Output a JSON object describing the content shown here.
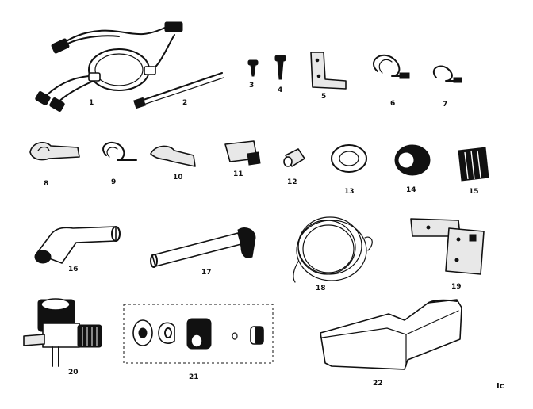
{
  "parts": [
    {
      "label": "1",
      "name": "wire-harness"
    },
    {
      "label": "2",
      "name": "cable-strip"
    },
    {
      "label": "3",
      "name": "screw"
    },
    {
      "label": "4",
      "name": "screw-long"
    },
    {
      "label": "5",
      "name": "angle-bracket"
    },
    {
      "label": "6",
      "name": "clamp"
    },
    {
      "label": "7",
      "name": "clamp-small"
    },
    {
      "label": "8",
      "name": "clip"
    },
    {
      "label": "9",
      "name": "clamp-loop"
    },
    {
      "label": "10",
      "name": "clip-bent"
    },
    {
      "label": "11",
      "name": "bracket-tab"
    },
    {
      "label": "12",
      "name": "nut-sleeve"
    },
    {
      "label": "13",
      "name": "ring-grommet"
    },
    {
      "label": "14",
      "name": "grommet-wide"
    },
    {
      "label": "15",
      "name": "pad-block"
    },
    {
      "label": "16",
      "name": "elbow-fitting"
    },
    {
      "label": "17",
      "name": "fill-tube"
    },
    {
      "label": "18",
      "name": "water-tubing-coil"
    },
    {
      "label": "19",
      "name": "mounting-bracket"
    },
    {
      "label": "20",
      "name": "water-valve"
    },
    {
      "label": "21",
      "name": "fitting-kit"
    },
    {
      "label": "22",
      "name": "ice-bin"
    }
  ],
  "corner_mark": "Ic"
}
